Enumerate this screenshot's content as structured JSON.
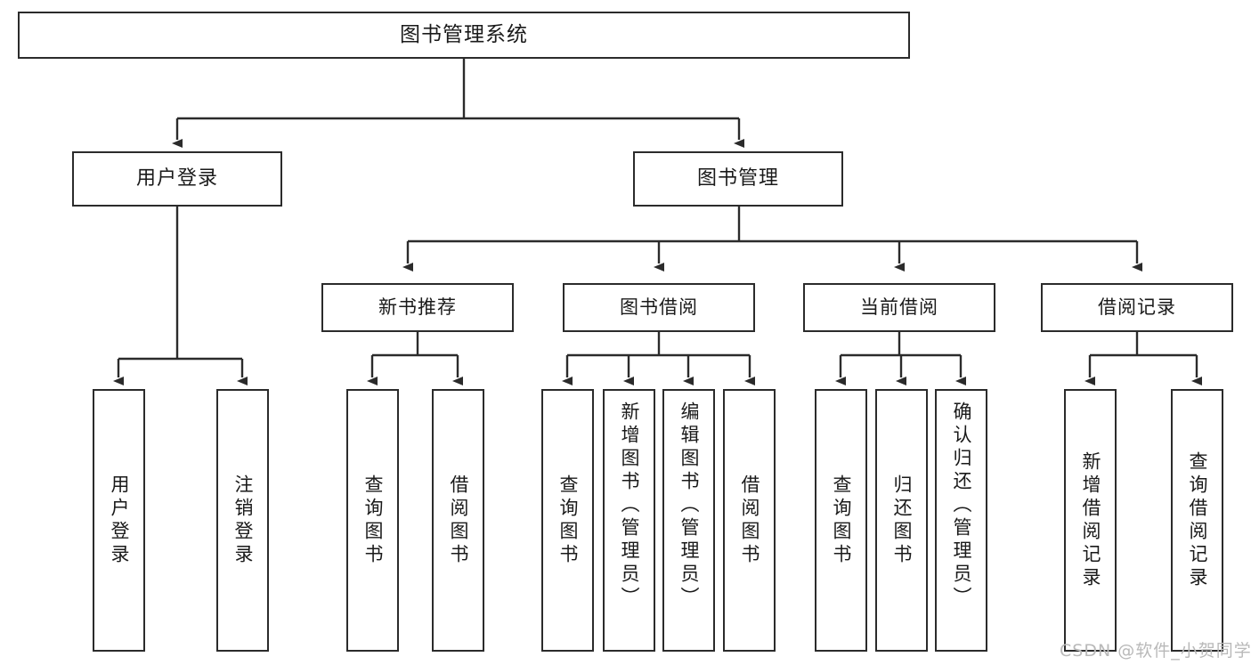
{
  "diagram": {
    "title": "图书管理系统",
    "watermark": "CSDN @软件_小贺同学",
    "colors": {
      "stroke": "#2b2b2b",
      "fill": "#ffffff",
      "text": "#1a1a1a",
      "watermark": "#b9b9b9"
    },
    "root": {
      "label": "图书管理系统"
    },
    "branches": [
      {
        "label": "用户登录"
      },
      {
        "label": "图书管理"
      }
    ],
    "subgroups": [
      {
        "label": "新书推荐"
      },
      {
        "label": "图书借阅"
      },
      {
        "label": "当前借阅"
      },
      {
        "label": "借阅记录"
      }
    ],
    "leaves": {
      "user_login": [
        {
          "label": "用户登录"
        },
        {
          "label": "注销登录"
        }
      ],
      "new_book": [
        {
          "label": "查询图书"
        },
        {
          "label": "借阅图书"
        }
      ],
      "book_borrow": [
        {
          "label": "查询图书"
        },
        {
          "label": "新增图书（管理员）"
        },
        {
          "label": "编辑图书（管理员）"
        },
        {
          "label": "借阅图书"
        }
      ],
      "current_borrow": [
        {
          "label": "查询图书"
        },
        {
          "label": "归还图书"
        },
        {
          "label": "确认归还（管理员）"
        }
      ],
      "borrow_record": [
        {
          "label": "新增借阅记录"
        },
        {
          "label": "查询借阅记录"
        }
      ]
    }
  }
}
